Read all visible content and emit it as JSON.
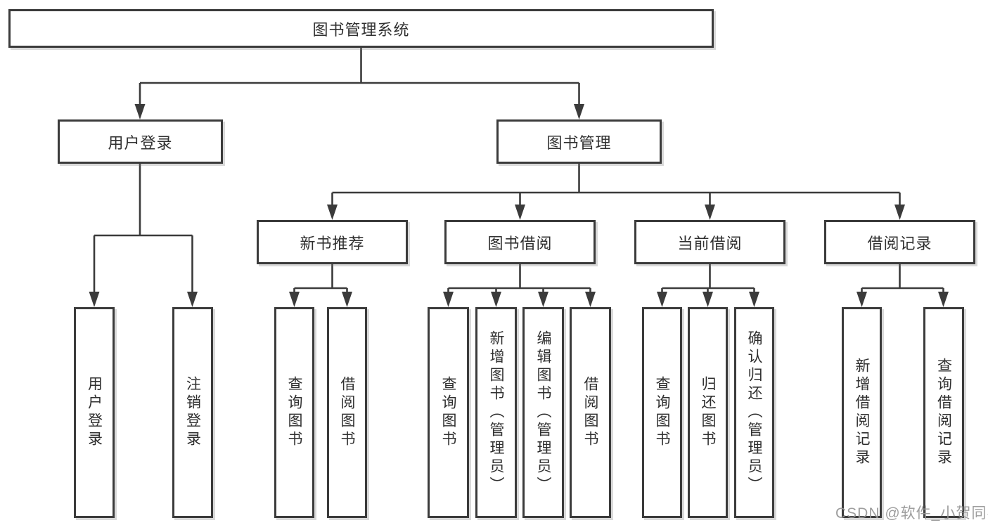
{
  "diagram": {
    "line_color": "#3b3b3b",
    "tree": {
      "label": "图书管理系统",
      "children": [
        {
          "label": "用户登录",
          "children": [
            {
              "label": "用户登录"
            },
            {
              "label": "注销登录"
            }
          ]
        },
        {
          "label": "图书管理",
          "children": [
            {
              "label": "新书推荐",
              "children": [
                {
                  "label": "查询图书"
                },
                {
                  "label": "借阅图书"
                }
              ]
            },
            {
              "label": "图书借阅",
              "children": [
                {
                  "label": "查询图书"
                },
                {
                  "label": "新增图书（管理员）"
                },
                {
                  "label": "编辑图书（管理员）"
                },
                {
                  "label": "借阅图书"
                }
              ]
            },
            {
              "label": "当前借阅",
              "children": [
                {
                  "label": "查询图书"
                },
                {
                  "label": "归还图书"
                },
                {
                  "label": "确认归还（管理员）"
                }
              ]
            },
            {
              "label": "借阅记录",
              "children": [
                {
                  "label": "新增借阅记录"
                },
                {
                  "label": "查询借阅记录"
                }
              ]
            }
          ]
        }
      ]
    }
  },
  "watermark": {
    "text": "CSDN @软件_小贺同学"
  }
}
